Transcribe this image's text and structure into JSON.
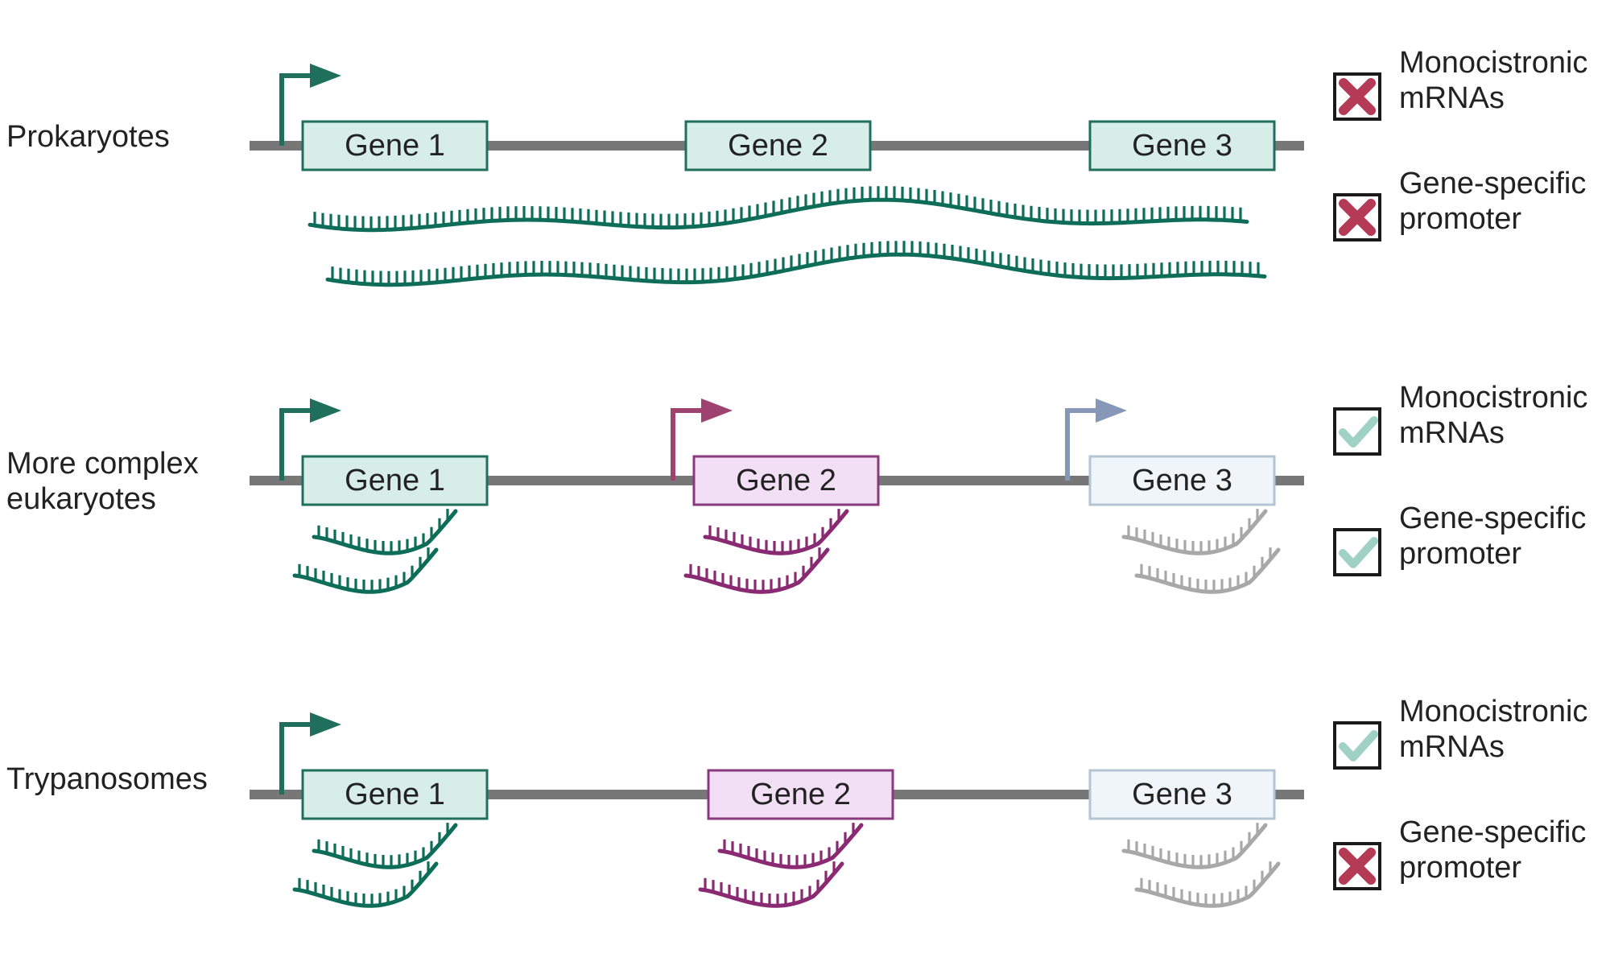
{
  "colors": {
    "dna": "#777777",
    "teal": "#1f6f5c",
    "teal_fill": "#d6ede8",
    "purple": "#8a3a7c",
    "purple_fill": "#f3dff5",
    "light": "#b3c4d2",
    "light_fill": "#f0f5fa",
    "promoter_purple": "#9e426f",
    "promoter_blue": "#8797b7",
    "rna_teal": "#0d6d58",
    "rna_purple": "#8a2a73",
    "rna_gray": "#a8a8a8",
    "cross": "#b43a55",
    "check": "#9fd1c5"
  },
  "rows": [
    {
      "label": [
        "Prokaryotes"
      ],
      "genes": [
        {
          "label": "Gene 1",
          "style": "teal"
        },
        {
          "label": "Gene 2",
          "style": "teal"
        },
        {
          "label": "Gene 3",
          "style": "teal"
        }
      ],
      "promoters": [
        "teal"
      ],
      "transcript": "polycistronic",
      "features": [
        {
          "label": [
            "Monocistronic",
            "mRNAs"
          ],
          "present": false
        },
        {
          "label": [
            "Gene-specific",
            "promoter"
          ],
          "present": false
        }
      ]
    },
    {
      "label": [
        "More complex",
        "eukaryotes"
      ],
      "genes": [
        {
          "label": "Gene 1",
          "style": "teal"
        },
        {
          "label": "Gene 2",
          "style": "purple"
        },
        {
          "label": "Gene 3",
          "style": "light"
        }
      ],
      "promoters": [
        "teal",
        "purple",
        "blue"
      ],
      "transcript": "monocistronic",
      "features": [
        {
          "label": [
            "Monocistronic",
            "mRNAs"
          ],
          "present": true
        },
        {
          "label": [
            "Gene-specific",
            "promoter"
          ],
          "present": true
        }
      ]
    },
    {
      "label": [
        "Trypanosomes"
      ],
      "genes": [
        {
          "label": "Gene 1",
          "style": "teal"
        },
        {
          "label": "Gene 2",
          "style": "purple"
        },
        {
          "label": "Gene 3",
          "style": "light"
        }
      ],
      "promoters": [
        "teal"
      ],
      "transcript": "monocistronic",
      "features": [
        {
          "label": [
            "Monocistronic",
            "mRNAs"
          ],
          "present": true
        },
        {
          "label": [
            "Gene-specific",
            "promoter"
          ],
          "present": false
        }
      ]
    }
  ]
}
